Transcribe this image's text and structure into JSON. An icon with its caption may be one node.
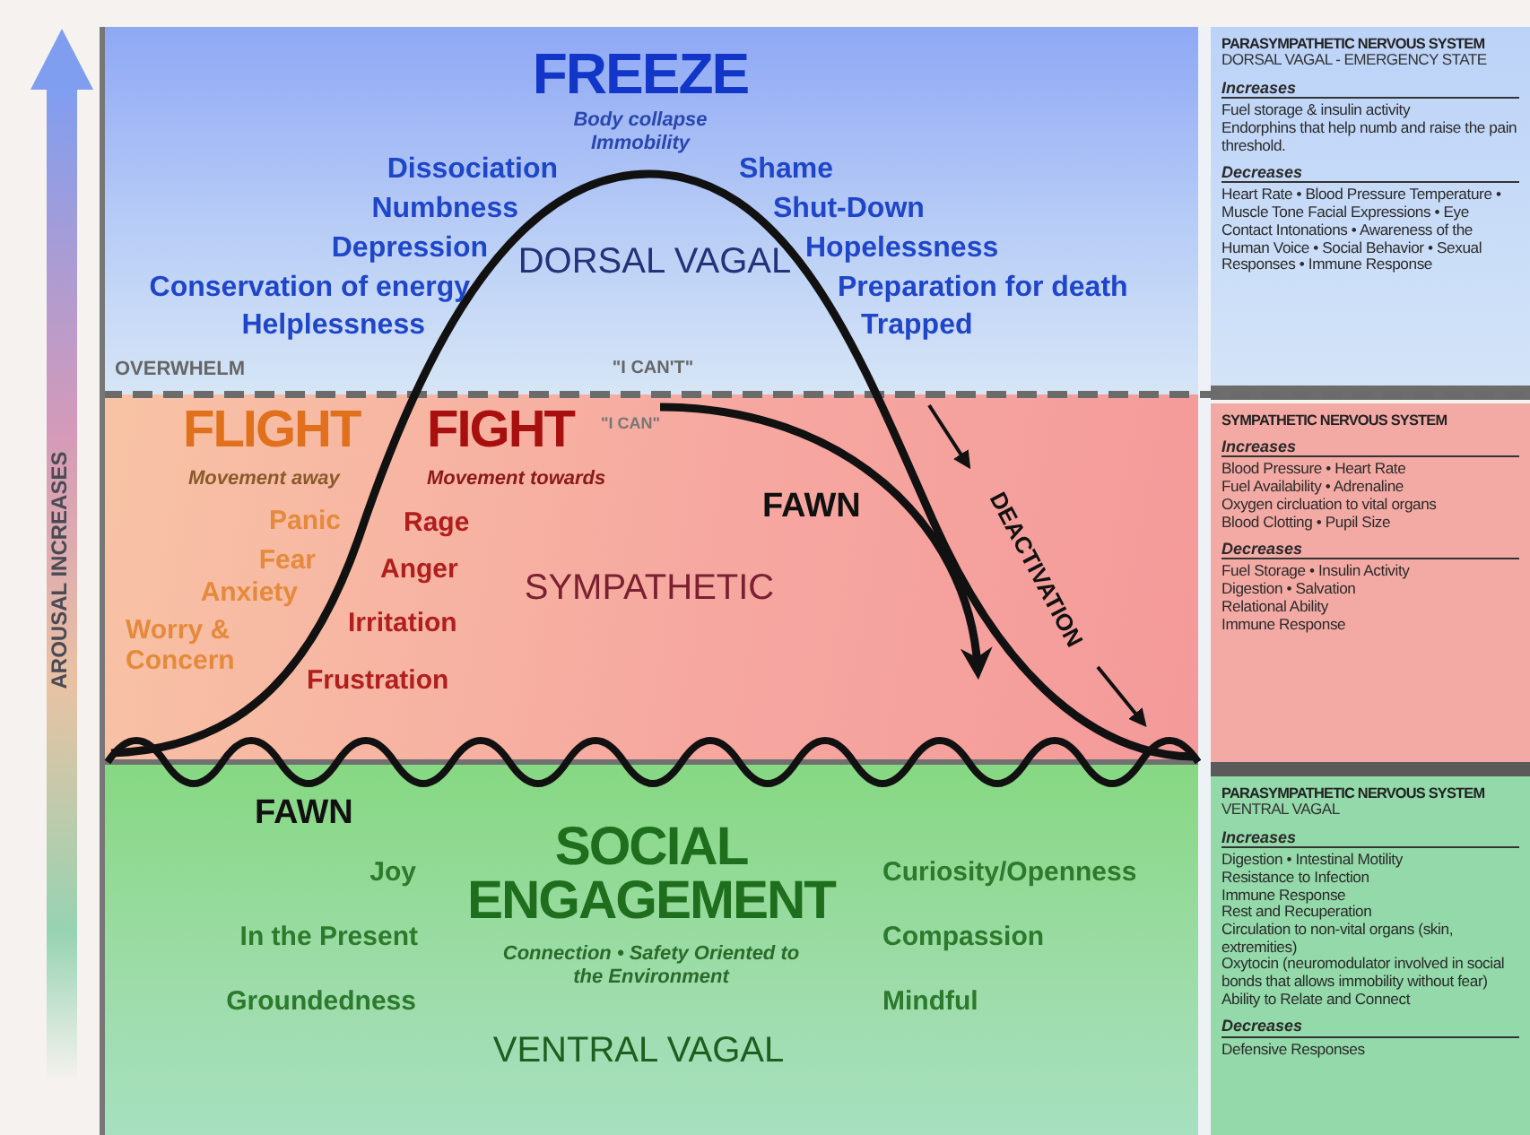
{
  "diagram": {
    "nodes": [
      {
        "text": [
          "FREEZE",
          "Body collapse Immobility",
          "Dissociation",
          "Numbness",
          "Depression",
          "Conservation of energy",
          "Helplessness",
          "DORSAL VAGAL",
          "Shame",
          "Shut-Down",
          "Hopelessness",
          "Preparation for death",
          "Trapped",
          "OVERWHELM",
          "\"I CAN'T\""
        ]
      },
      {
        "text": [
          "FLIGHT",
          "Movement away",
          "Panic",
          "Fear",
          "Anxiety",
          "Worry & Concern",
          "FIGHT",
          "Movement towards",
          "Rage",
          "Anger",
          "Irritation",
          "Frustration",
          "\"I CAN\"",
          "SYMPATHETIC",
          "FAWN",
          "DEACTIVATION"
        ]
      },
      {
        "text": [
          "FAWN",
          "Joy",
          "In the Present",
          "Groundedness",
          "SOCIAL ENGAGEMENT",
          "Connection • Safety Oriented to the Environment",
          "Curiosity/Openness",
          "Compassion",
          "Mindful",
          "VENTRAL VAGAL"
        ]
      },
      {
        "text": [
          "PARASYMPATHETIC NERVOUS SYSTEM",
          "DORSAL VAGAL - EMERGENCY STATE",
          "Increases",
          "Fuel storage & insulin activity",
          "Endorphins that help numb and raise the pain threshold.",
          "Decreases",
          "Heart Rate • Blood Pressure Temperature • Muscle Tone Facial Expressions • Eye Contact Intonations • Awareness of the Human Voice • Social Behavior • Sexual Responses • Immune Response"
        ]
      },
      {
        "text": [
          "SYMPATHETIC NERVOUS SYSTEM",
          "Increases",
          "Blood Pressure • Heart Rate",
          "Fuel Availability • Adrenaline",
          "Oxygen circluation to vital organs",
          "Blood Clotting • Pupil Size",
          "Decreases",
          "Fuel Storage • Insulin Activity",
          "Digestion • Salvation",
          "Relational Ability",
          "Immune Response"
        ]
      },
      {
        "text": [
          "PARASYMPATHETIC NERVOUS SYSTEM",
          "VENTRAL VAGAL",
          "Increases",
          "Digestion • Intestinal Motility",
          "Resistance to Infection",
          "Immune Response",
          "Rest and Recuperation",
          "Circulation to non-vital organs (skin, extremities)",
          "Oxytocin (neuromodulator involved in social bonds that allows immobility without fear)",
          "Ability to Relate and Connect",
          "Decreases",
          "Defensive Responses"
        ]
      }
    ],
    "labels": [
      "AROUSAL INCREASES"
    ]
  }
}
